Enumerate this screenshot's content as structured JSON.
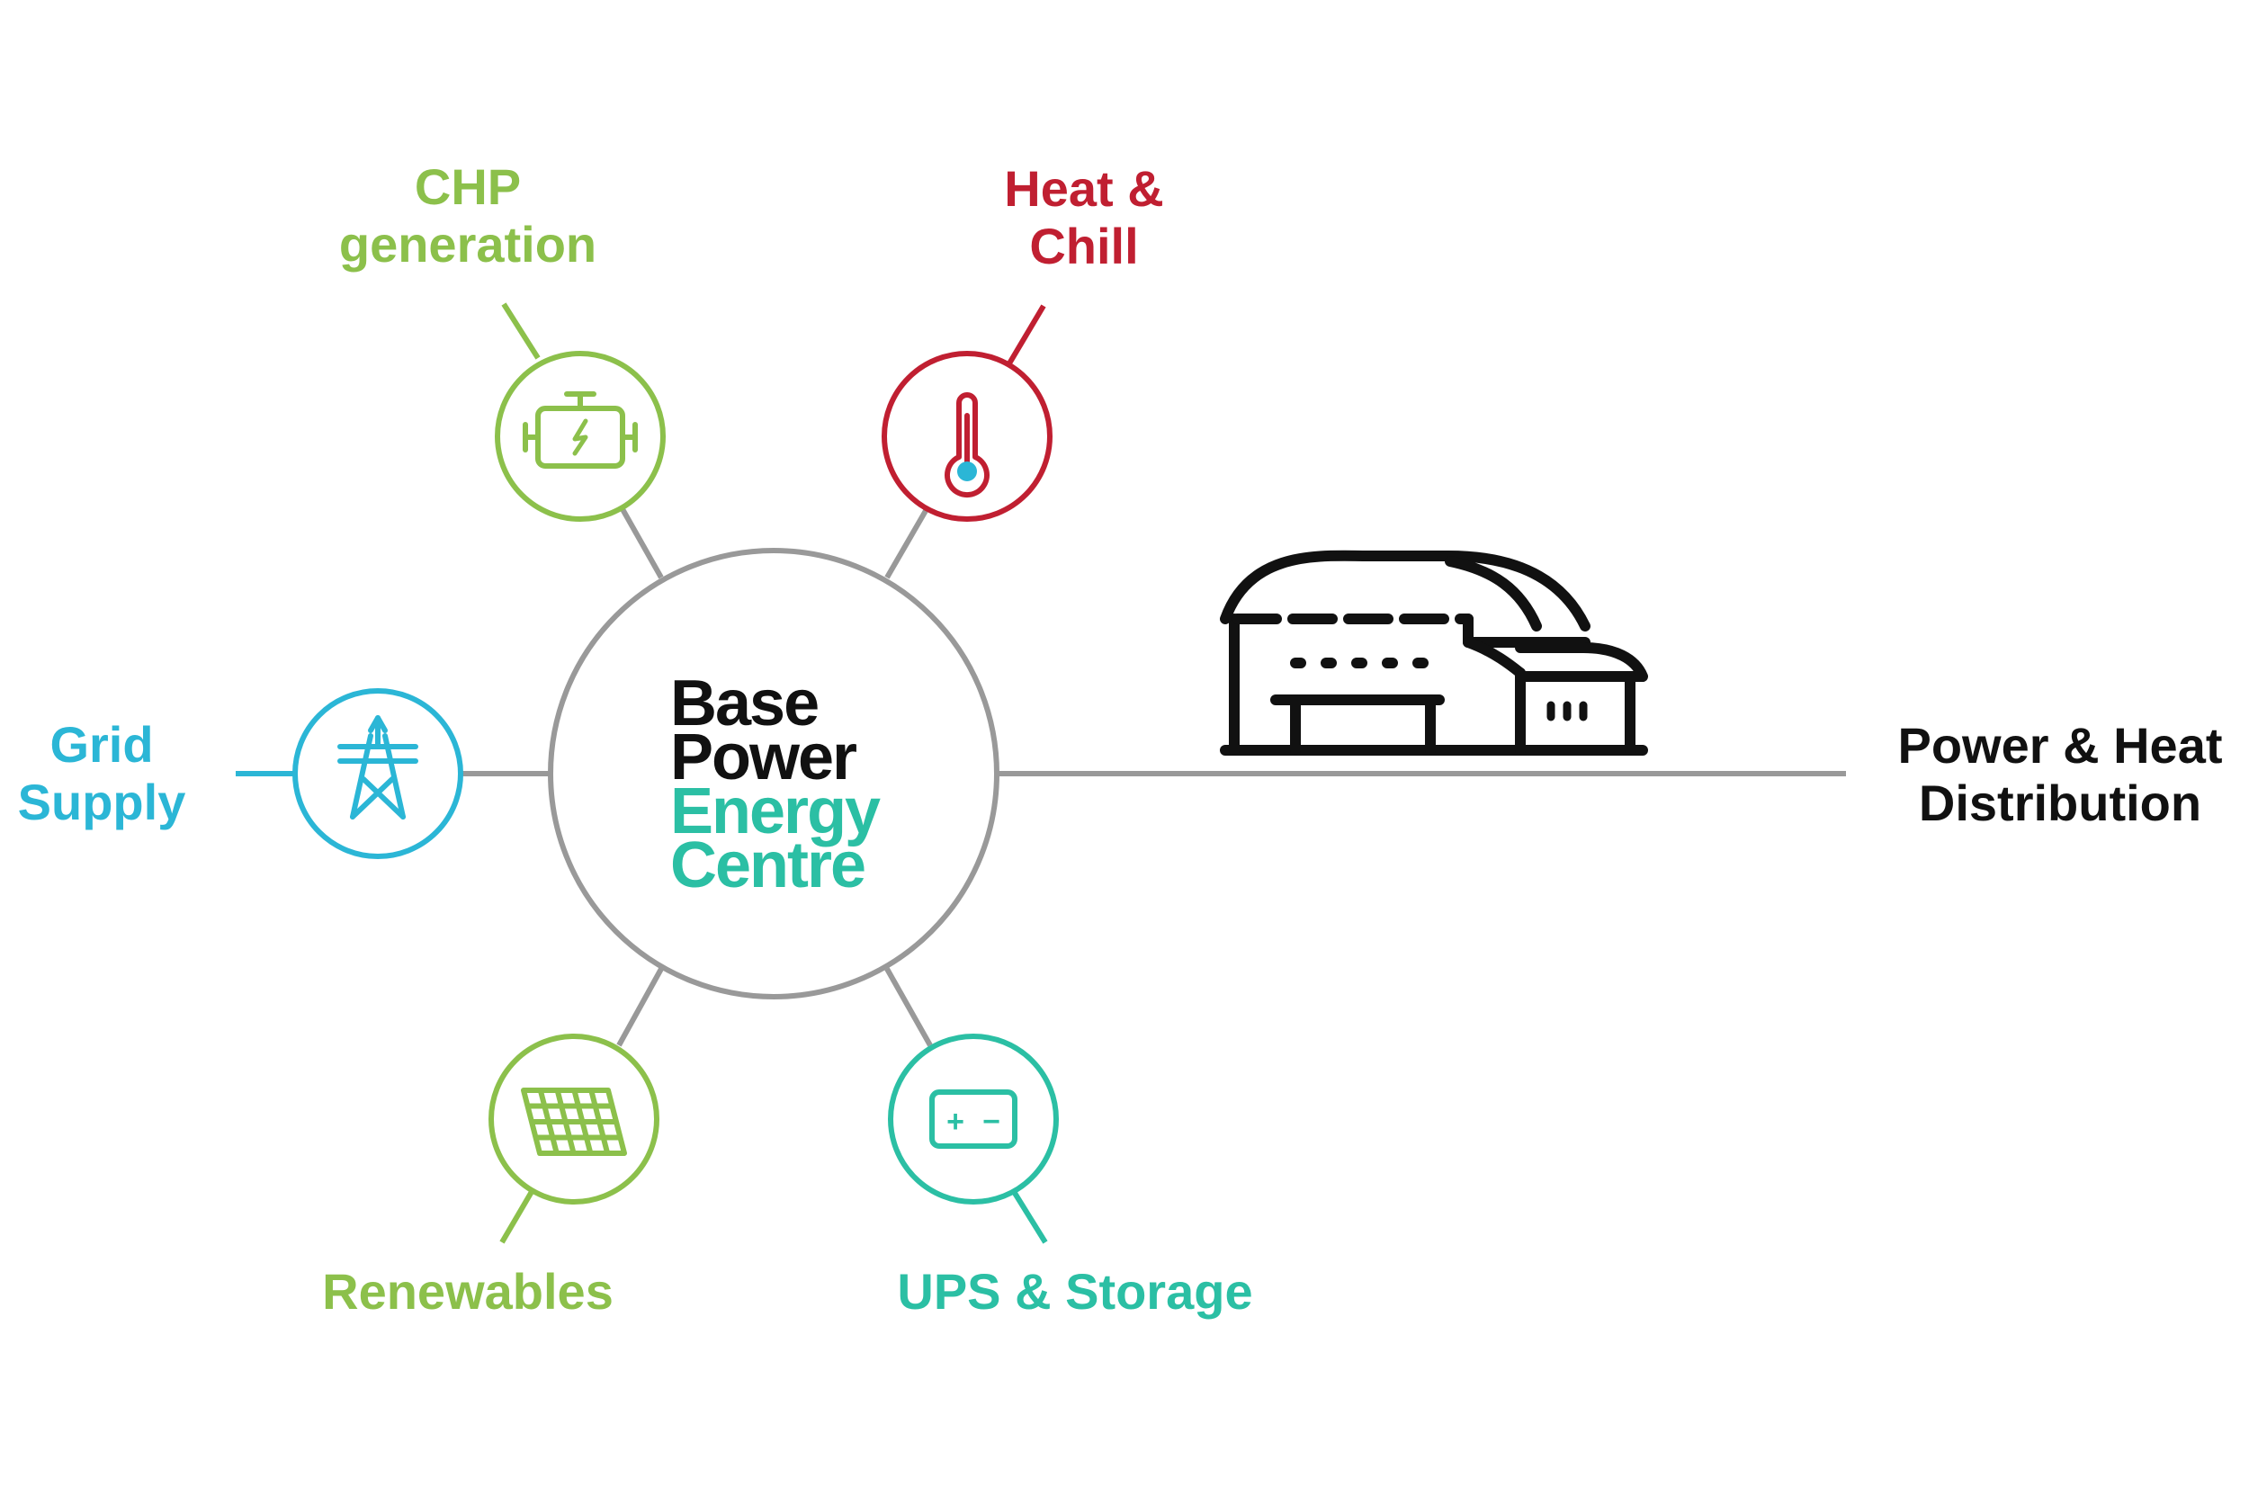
{
  "colors": {
    "green": "#8cc04b",
    "red": "#c01f31",
    "blue": "#2bb6d6",
    "teal": "#2bbfa4",
    "grey": "#999999",
    "black": "#111111"
  },
  "centre": {
    "line1": "Base",
    "line2": "Power",
    "line3": "Energy",
    "line4": "Centre"
  },
  "nodes": {
    "chp": {
      "line1": "CHP",
      "line2": "generation",
      "icon": "engine-icon"
    },
    "heat": {
      "line1": "Heat &",
      "line2": "Chill",
      "icon": "thermometer-icon"
    },
    "grid": {
      "line1": "Grid",
      "line2": "Supply",
      "icon": "pylon-icon"
    },
    "renewables": {
      "line1": "Renewables",
      "icon": "solar-panel-icon"
    },
    "ups": {
      "line1": "UPS & Storage",
      "icon": "battery-icon"
    }
  },
  "battery_signs": {
    "plus": "+",
    "minus": "−"
  },
  "distribution": {
    "line1": "Power & Heat",
    "line2": "Distribution",
    "icon": "building-icon"
  }
}
